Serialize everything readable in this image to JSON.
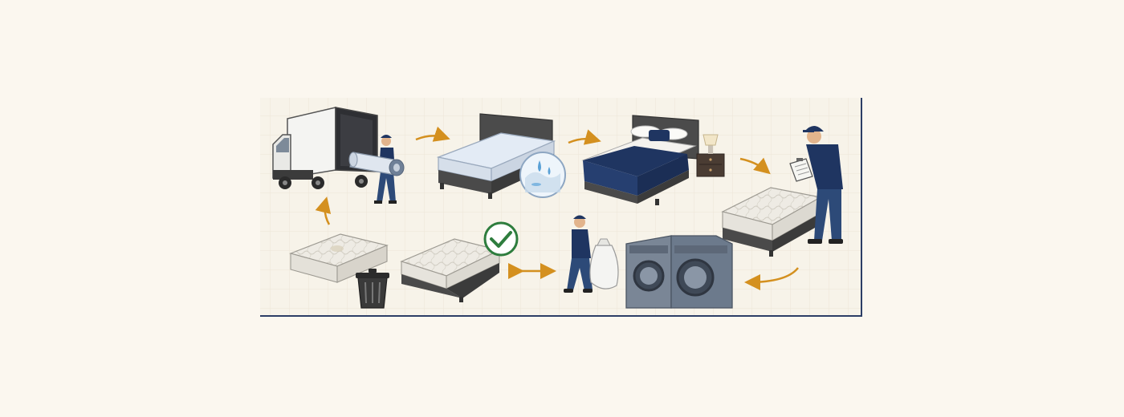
{
  "diagram": {
    "steps": [
      {
        "id": "delivery",
        "icon": "delivery-truck-icon"
      },
      {
        "id": "protector",
        "icon": "waterproof-protector-icon"
      },
      {
        "id": "made-bed",
        "icon": "made-bed-icon"
      },
      {
        "id": "inspection",
        "icon": "inspector-clipboard-icon"
      },
      {
        "id": "laundry",
        "icon": "washing-machine-icon"
      },
      {
        "id": "approved",
        "icon": "checkmark-icon"
      },
      {
        "id": "disposal",
        "icon": "trash-can-icon"
      }
    ],
    "flow": [
      [
        "delivery",
        "protector"
      ],
      [
        "protector",
        "made-bed"
      ],
      [
        "made-bed",
        "inspection"
      ],
      [
        "inspection",
        "laundry"
      ],
      [
        "laundry",
        "approved"
      ],
      [
        "disposal",
        "delivery"
      ]
    ]
  },
  "colors": {
    "background": "#fbf7ef",
    "panel": "#f7f3e9",
    "frame": "#2c3e66",
    "arrow": "#d4901f",
    "navy": "#1f3561",
    "check": "#2e7d3e",
    "bed_frame": "#4a4a4a",
    "mattress": "#eceae4",
    "washer": "#6c7a8c"
  }
}
